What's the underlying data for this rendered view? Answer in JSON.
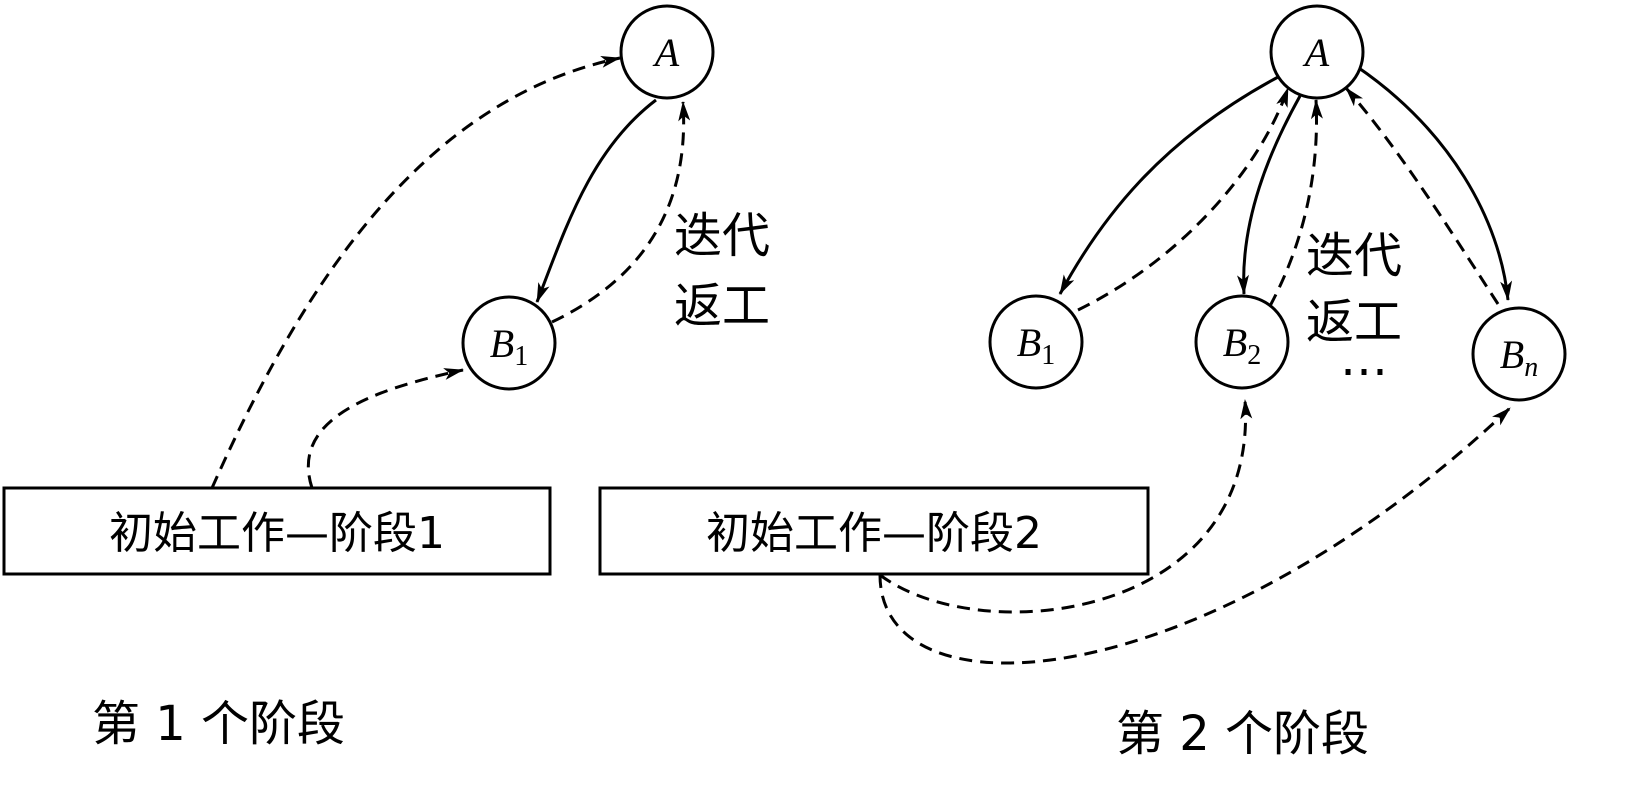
{
  "diagram": {
    "stage1": {
      "box_label": "初始工作—阶段1",
      "caption": "第 1 个阶段",
      "iteration_label_line1": "迭代",
      "iteration_label_line2": "返工",
      "node_a": {
        "main": "A"
      },
      "node_b1": {
        "main": "B",
        "sub": "1"
      }
    },
    "stage2": {
      "box_label": "初始工作—阶段2",
      "caption": "第 2 个阶段",
      "iteration_label_line1": "迭代",
      "iteration_label_line2": "返工",
      "ellipsis": "…",
      "node_a": {
        "main": "A"
      },
      "node_b1": {
        "main": "B",
        "sub": "1"
      },
      "node_b2": {
        "main": "B",
        "sub": "2"
      },
      "node_bn": {
        "main": "B",
        "sub": "n"
      }
    }
  }
}
